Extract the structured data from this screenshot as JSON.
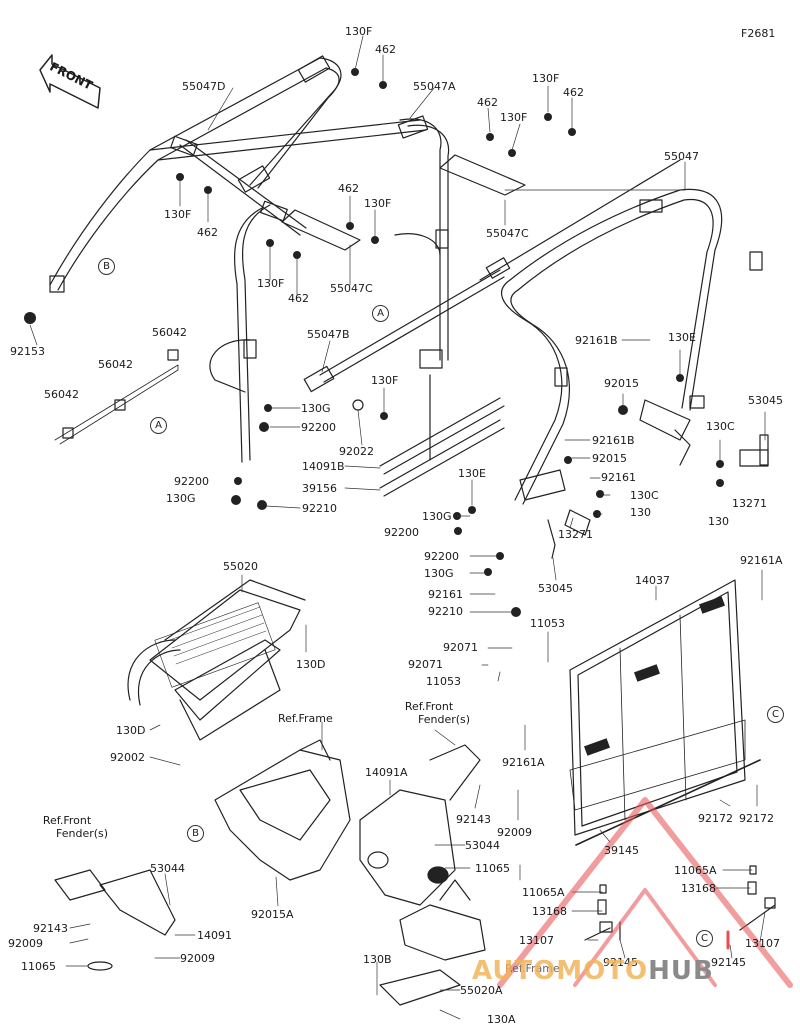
{
  "figure_code": "F2681",
  "front_label": "FRONT",
  "watermark": {
    "text_a": "AUTOMOTO",
    "text_b": "HUB",
    "color_a": "#f2b45a",
    "color_b": "#8a8a8a",
    "logo_color": "#e84e4e"
  },
  "callouts": {
    "A": "A",
    "B": "B",
    "C": "C"
  },
  "refs": {
    "ref_front_fender_1": [
      "Ref.Front",
      "Fender(s)"
    ],
    "ref_frame_1": "Ref.Frame",
    "ref_front_fender_2": [
      "Ref.Front",
      "Fender(s)"
    ],
    "ref_frame_2": "Ref.Frame"
  },
  "labels": [
    {
      "id": "l1",
      "text": "130F"
    },
    {
      "id": "l2",
      "text": "462"
    },
    {
      "id": "l3",
      "text": "55047D"
    },
    {
      "id": "l4",
      "text": "55047A"
    },
    {
      "id": "l5",
      "text": "130F"
    },
    {
      "id": "l6",
      "text": "462"
    },
    {
      "id": "l7",
      "text": "462"
    },
    {
      "id": "l8",
      "text": "130F"
    },
    {
      "id": "l9",
      "text": "55047"
    },
    {
      "id": "l10",
      "text": "130F"
    },
    {
      "id": "l11",
      "text": "462"
    },
    {
      "id": "l12",
      "text": "462"
    },
    {
      "id": "l13",
      "text": "130F"
    },
    {
      "id": "l14",
      "text": "55047C"
    },
    {
      "id": "l15",
      "text": "130F"
    },
    {
      "id": "l16",
      "text": "462"
    },
    {
      "id": "l17",
      "text": "55047C"
    },
    {
      "id": "l18",
      "text": "92153"
    },
    {
      "id": "l19",
      "text": "56042"
    },
    {
      "id": "l20",
      "text": "56042"
    },
    {
      "id": "l21",
      "text": "56042"
    },
    {
      "id": "l22",
      "text": "55047B"
    },
    {
      "id": "l23",
      "text": "130F"
    },
    {
      "id": "l24",
      "text": "130G"
    },
    {
      "id": "l25",
      "text": "92200"
    },
    {
      "id": "l26",
      "text": "92022"
    },
    {
      "id": "l27",
      "text": "92161B"
    },
    {
      "id": "l28",
      "text": "130E"
    },
    {
      "id": "l29",
      "text": "92015"
    },
    {
      "id": "l30",
      "text": "53045"
    },
    {
      "id": "l31",
      "text": "130C"
    },
    {
      "id": "l32",
      "text": "92161B"
    },
    {
      "id": "l33",
      "text": "92015"
    },
    {
      "id": "l34",
      "text": "92161"
    },
    {
      "id": "l35",
      "text": "13271"
    },
    {
      "id": "l36",
      "text": "130"
    },
    {
      "id": "l37",
      "text": "14091B"
    },
    {
      "id": "l38",
      "text": "39156"
    },
    {
      "id": "l39",
      "text": "130E"
    },
    {
      "id": "l40",
      "text": "92200"
    },
    {
      "id": "l41",
      "text": "130G"
    },
    {
      "id": "l42",
      "text": "92210"
    },
    {
      "id": "l43",
      "text": "130C"
    },
    {
      "id": "l44",
      "text": "130"
    },
    {
      "id": "l45",
      "text": "130G"
    },
    {
      "id": "l46",
      "text": "13271"
    },
    {
      "id": "l47",
      "text": "92200"
    },
    {
      "id": "l48",
      "text": "92200"
    },
    {
      "id": "l49",
      "text": "130G"
    },
    {
      "id": "l50",
      "text": "53045"
    },
    {
      "id": "l51",
      "text": "92161"
    },
    {
      "id": "l52",
      "text": "92210"
    },
    {
      "id": "l53",
      "text": "55020"
    },
    {
      "id": "l54",
      "text": "14037"
    },
    {
      "id": "l55",
      "text": "92161A"
    },
    {
      "id": "l56",
      "text": "11053"
    },
    {
      "id": "l57",
      "text": "92071"
    },
    {
      "id": "l58",
      "text": "92071"
    },
    {
      "id": "l59",
      "text": "11053"
    },
    {
      "id": "l60",
      "text": "130D"
    },
    {
      "id": "l61",
      "text": "130D"
    },
    {
      "id": "l62",
      "text": "92002"
    },
    {
      "id": "l63",
      "text": "92161A"
    },
    {
      "id": "l64",
      "text": "14091A"
    },
    {
      "id": "l65",
      "text": "92143"
    },
    {
      "id": "l66",
      "text": "92009"
    },
    {
      "id": "l67",
      "text": "53044"
    },
    {
      "id": "l68",
      "text": "11065"
    },
    {
      "id": "l69",
      "text": "92172"
    },
    {
      "id": "l70",
      "text": "92172"
    },
    {
      "id": "l71",
      "text": "39145"
    },
    {
      "id": "l72",
      "text": "11065A"
    },
    {
      "id": "l73",
      "text": "13168"
    },
    {
      "id": "l74",
      "text": "11065A"
    },
    {
      "id": "l75",
      "text": "13168"
    },
    {
      "id": "l76",
      "text": "53044"
    },
    {
      "id": "l77",
      "text": "92143"
    },
    {
      "id": "l78",
      "text": "92009"
    },
    {
      "id": "l79",
      "text": "14091"
    },
    {
      "id": "l80",
      "text": "92015A"
    },
    {
      "id": "l81",
      "text": "11065"
    },
    {
      "id": "l82",
      "text": "92009"
    },
    {
      "id": "l83",
      "text": "13107"
    },
    {
      "id": "l84",
      "text": "92145"
    },
    {
      "id": "l85",
      "text": "92145"
    },
    {
      "id": "l86",
      "text": "13107"
    },
    {
      "id": "l87",
      "text": "130B"
    },
    {
      "id": "l88",
      "text": "55020A"
    },
    {
      "id": "l89",
      "text": "130A"
    }
  ]
}
